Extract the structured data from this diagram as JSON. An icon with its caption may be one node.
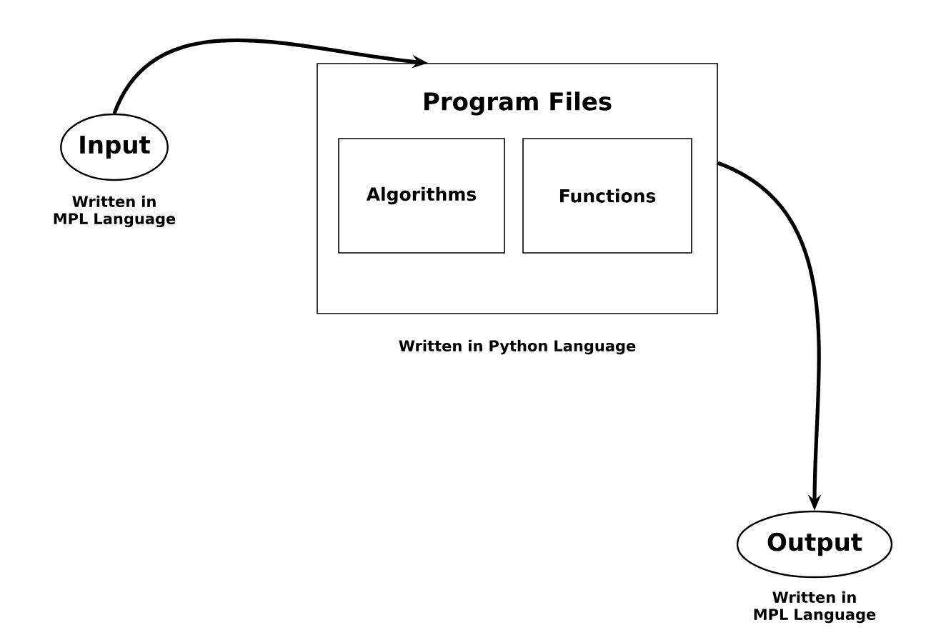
{
  "diagram": {
    "nodes": [
      {
        "text": [
          "Input"
        ],
        "beside": [
          "Written in MPL Language"
        ]
      },
      {
        "text": [
          "Program Files"
        ],
        "beside": [
          "Written in Python Language"
        ]
      },
      {
        "text": [
          "Algorithms"
        ],
        "in": 1
      },
      {
        "text": [
          "Functions"
        ],
        "in": 1
      },
      {
        "text": [
          "Output"
        ],
        "beside": [
          "Written in MPL Language"
        ]
      }
    ],
    "edges": [
      {
        "from": 0,
        "to": 1,
        "arrow": "to"
      },
      {
        "from": 1,
        "to": 4,
        "arrow": "to"
      }
    ]
  }
}
